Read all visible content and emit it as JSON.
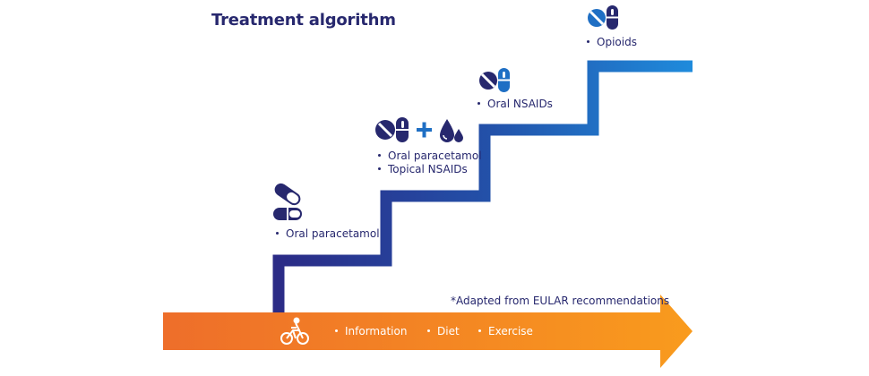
{
  "title": "Treatment algorithm",
  "note": "*Adapted from EULAR recommendations",
  "colors": {
    "navy": "#27286e",
    "blue": "#1f6fc4",
    "orange_start": "#ee6e2a",
    "orange_end": "#f99b1d"
  },
  "base": {
    "icon": "bicycle-icon",
    "items": [
      "Information",
      "Diet",
      "Exercise"
    ]
  },
  "steps": [
    {
      "icons": [
        "capsule-icon",
        "capsule-icon"
      ],
      "items": [
        "Oral paracetamol"
      ]
    },
    {
      "icons": [
        "pill-icon",
        "plus-icon",
        "drops-icon"
      ],
      "items": [
        "Oral paracetamol",
        "Topical NSAIDs"
      ]
    },
    {
      "icons": [
        "pill-icon"
      ],
      "items": [
        "Oral NSAIDs"
      ]
    },
    {
      "icons": [
        "pill-icon"
      ],
      "items": [
        "Opioids"
      ]
    }
  ]
}
